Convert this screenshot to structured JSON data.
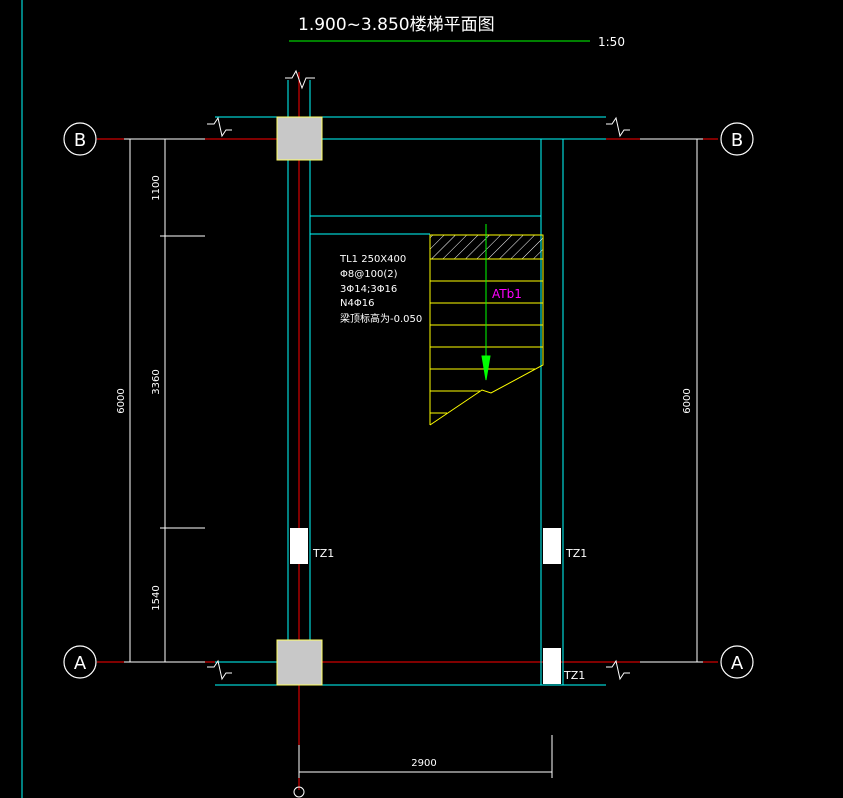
{
  "title": "1.900~3.850楼梯平面图",
  "scale": "1:50",
  "grid_axes": {
    "top": "B",
    "bottom": "A"
  },
  "dimensions": {
    "left_total": "6000",
    "right_total": "6000",
    "seg_top": "1100",
    "seg_middle": "3360",
    "seg_bottom": "1540",
    "bottom_width": "2900"
  },
  "beam_note": [
    "TL1 250X400",
    "Φ8@100(2)",
    "3Φ14;3Φ16",
    "N4Φ16",
    "梁顶标高为-0.050"
  ],
  "stair_label": "ATb1",
  "column_labels": {
    "left_mid": "TZ1",
    "right_mid": "TZ1",
    "right_bottom": "TZ1"
  },
  "colors": {
    "background": "#000000",
    "wall_line": "#00ffff",
    "axis_line": "#ff0000",
    "dimension": "#ffffff",
    "stair_line": "#ffff00",
    "stair_arrow": "#00ff00",
    "stair_label": "#ff00ff",
    "title_underline": "#00ff00",
    "column_fill": "#c8c8c8"
  }
}
